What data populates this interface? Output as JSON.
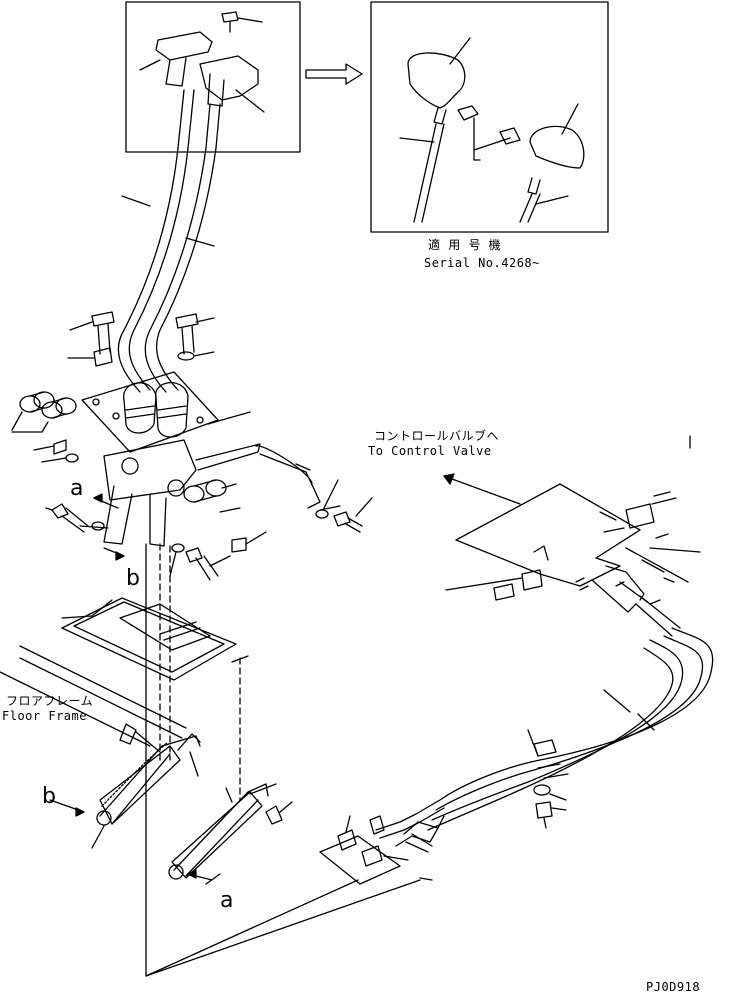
{
  "labels": {
    "applicable_jp": "適 用 号 機",
    "serial": "Serial No.4268~",
    "control_valve_jp": "コントロールバルブへ",
    "control_valve_en": "To Control Valve",
    "floor_frame_jp": "フロアフレーム",
    "floor_frame_en": "Floor Frame",
    "ref_a_upper": "a",
    "ref_b_upper": "b",
    "ref_b_lower": "b",
    "ref_a_lower": "a",
    "drawing_code": "PJ0D918"
  },
  "colors": {
    "ink": "#000000",
    "paper": "#ffffff"
  }
}
